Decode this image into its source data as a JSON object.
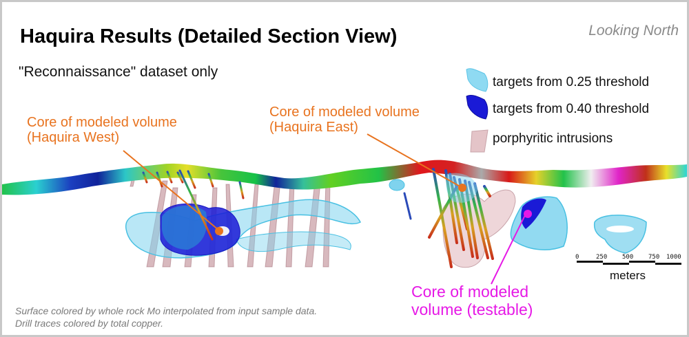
{
  "header": {
    "title": "Haquira Results (Detailed Section View)",
    "view_direction": "Looking North",
    "subtitle": "\"Reconnaissance\" dataset only"
  },
  "legend": {
    "items": [
      {
        "icon": "light-blue-volume-icon",
        "label": "targets from 0.25 threshold",
        "color": "#7fd3ee"
      },
      {
        "icon": "dark-blue-volume-icon",
        "label": "targets from 0.40 threshold",
        "color": "#1a1ad6"
      },
      {
        "icon": "pink-intrusion-icon",
        "label": "porphyritic intrusions",
        "color": "#e4c4c8"
      }
    ]
  },
  "callouts": {
    "west": {
      "line1": "Core of modeled volume",
      "line2": "(Haquira West)",
      "color": "#e8731f"
    },
    "east": {
      "line1": "Core of modeled volume",
      "line2": "(Haquira East)",
      "color": "#e8731f"
    },
    "testable": {
      "line1": "Core of modeled",
      "line2": "volume (testable)",
      "color": "#e619e6"
    }
  },
  "scale": {
    "ticks": [
      "0",
      "250",
      "500",
      "750",
      "1000"
    ],
    "unit": "meters"
  },
  "footnote": {
    "line1": "Surface colored by whole rock Mo interpolated from input sample data.",
    "line2": "Drill traces colored by total copper."
  }
}
